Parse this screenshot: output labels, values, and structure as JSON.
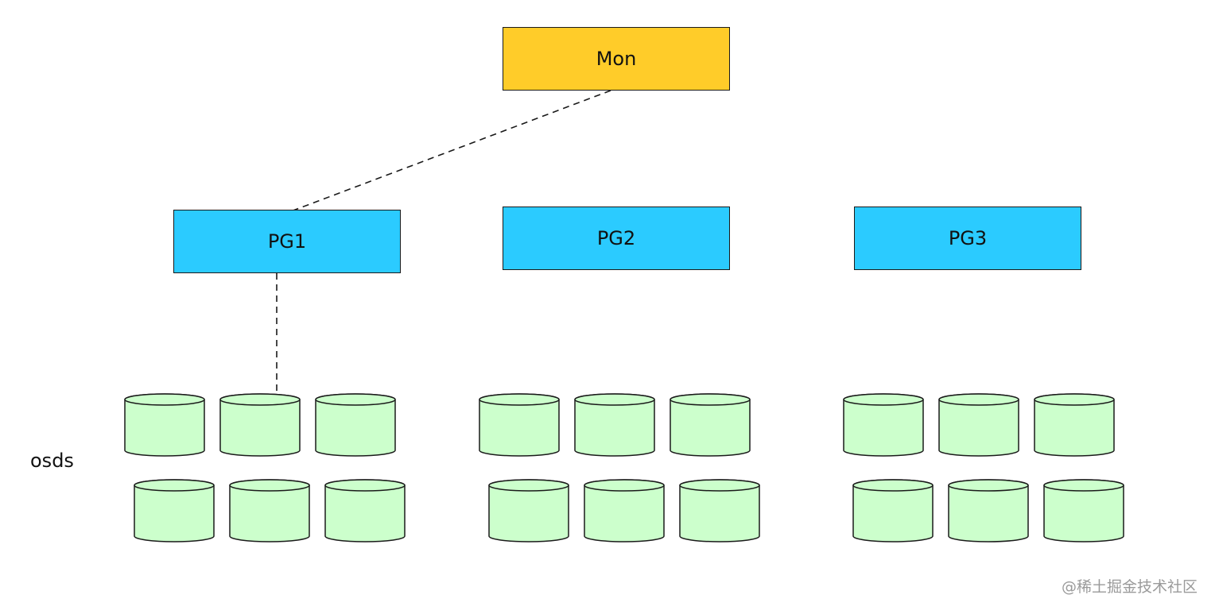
{
  "nodes": {
    "mon": {
      "label": "Mon",
      "color": "#FFCC29"
    },
    "pg1": {
      "label": "PG1",
      "color": "#2BCBFF"
    },
    "pg2": {
      "label": "PG2",
      "color": "#2BCBFF"
    },
    "pg3": {
      "label": "PG3",
      "color": "#2BCBFF"
    }
  },
  "osd_group_label": "osds",
  "osd_color": "#CCFFCC",
  "osd_groups": [
    {
      "pg": "PG1",
      "rows": 2,
      "per_row": 3
    },
    {
      "pg": "PG2",
      "rows": 2,
      "per_row": 3
    },
    {
      "pg": "PG3",
      "rows": 2,
      "per_row": 3
    }
  ],
  "links": [
    {
      "from": "Mon",
      "to": "PG1",
      "style": "dashed"
    },
    {
      "from": "PG1",
      "to": "osd",
      "style": "dashed"
    }
  ],
  "watermark": "@稀土掘金技术社区"
}
